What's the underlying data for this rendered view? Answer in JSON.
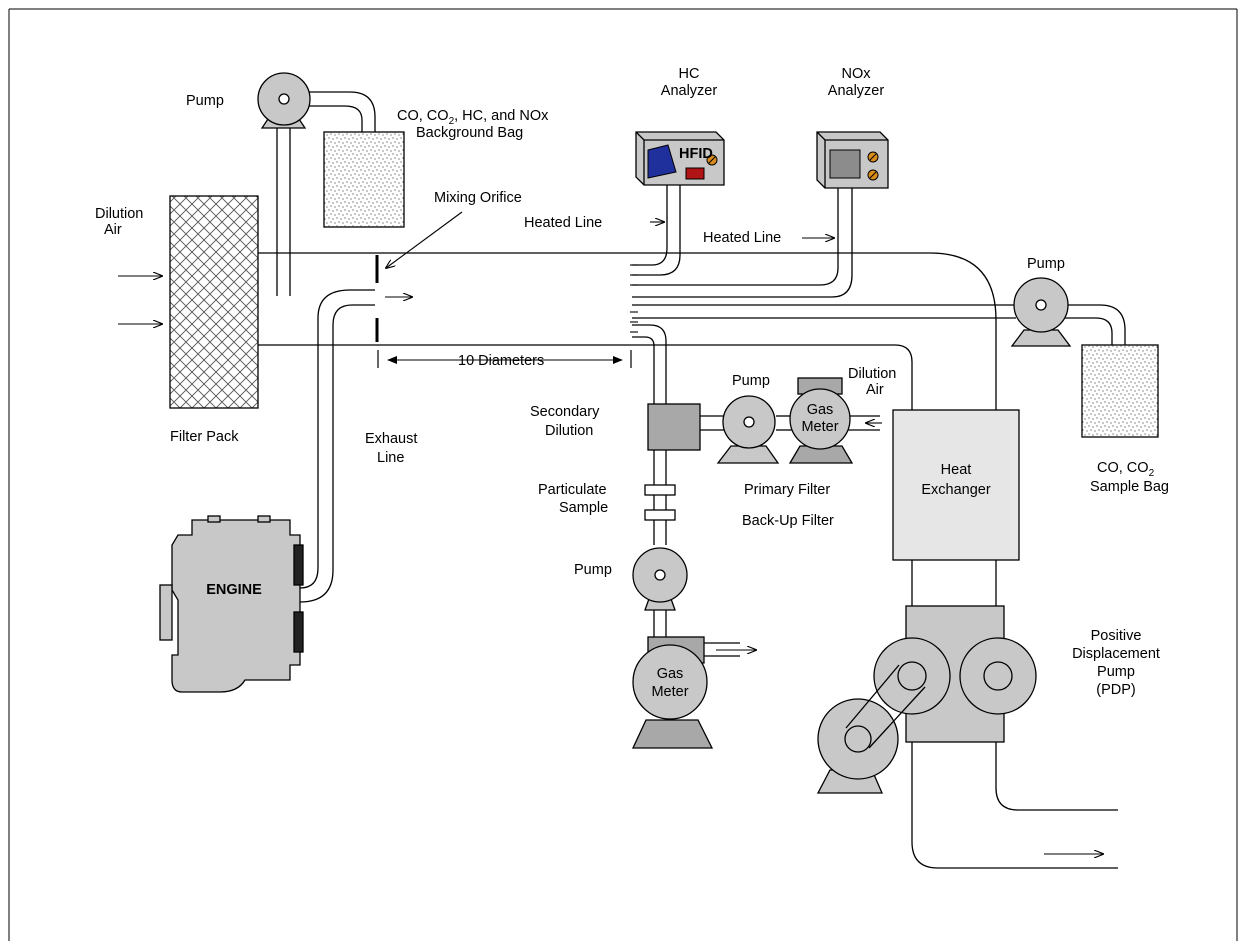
{
  "labels": {
    "pump_top": "Pump",
    "bg_bag_line1": "CO, CO",
    "bg_bag_sub": "2",
    "bg_bag_line1_rest": ", HC, and NOx",
    "bg_bag_line2": "Background Bag",
    "hc_analyzer_line1": "HC",
    "hc_analyzer_line2": "Analyzer",
    "hfid": "HFID",
    "nox_analyzer_line1": "NOx",
    "nox_analyzer_line2": "Analyzer",
    "dilution_air_line1": "Dilution",
    "dilution_air_line2": "Air",
    "mixing_orifice": "Mixing Orifice",
    "heated_line_1": "Heated Line",
    "heated_line_2": "Heated Line",
    "pump_right": "Pump",
    "ten_diameters": "10 Diameters",
    "filter_pack": "Filter Pack",
    "exhaust_line_1": "Exhaust",
    "exhaust_line_2": "Line",
    "secondary_dilution_1": "Secondary",
    "secondary_dilution_2": "Dilution",
    "pump_secondary": "Pump",
    "gas_meter_upper_1": "Gas",
    "gas_meter_upper_2": "Meter",
    "dilution_air_2_line1": "Dilution",
    "dilution_air_2_line2": "Air",
    "heat_exchanger_1": "Heat",
    "heat_exchanger_2": "Exchanger",
    "sample_bag_line1": "CO, CO",
    "sample_bag_sub": "2",
    "sample_bag_line2": "Sample Bag",
    "particulate_sample_1": "Particulate",
    "particulate_sample_2": "Sample",
    "primary_filter": "Primary Filter",
    "backup_filter": "Back-Up Filter",
    "pump_lower": "Pump",
    "engine": "ENGINE",
    "gas_meter_lower_1": "Gas",
    "gas_meter_lower_2": "Meter",
    "pdp_1": "Positive",
    "pdp_2": "Displacement",
    "pdp_3": "Pump",
    "pdp_4": "(PDP)"
  },
  "colors": {
    "device_gray": "#c8c8c8",
    "device_dark_gray": "#a8a8a8",
    "analyzer_screen_blue": "#1f2f9c",
    "indicator_red": "#b01414",
    "knob_orange": "#d98c1a"
  }
}
